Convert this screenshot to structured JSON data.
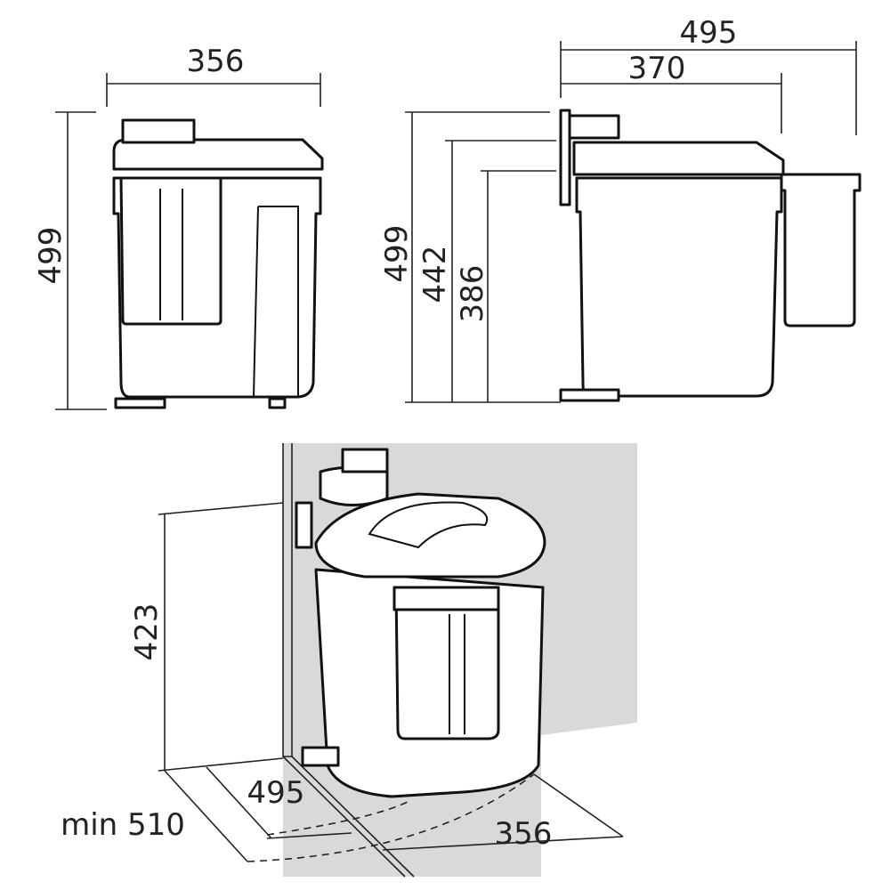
{
  "front_view": {
    "width": "356",
    "height": "499"
  },
  "side_view": {
    "overall_depth": "495",
    "bin_depth": "370",
    "height_total": "499",
    "height_mid": "442",
    "height_low": "386"
  },
  "perspective_view": {
    "height": "423",
    "depth": "495",
    "width": "356",
    "min_depth": "min 510"
  },
  "colors": {
    "cabinet": "#d9d9d9",
    "line": "#111111"
  }
}
